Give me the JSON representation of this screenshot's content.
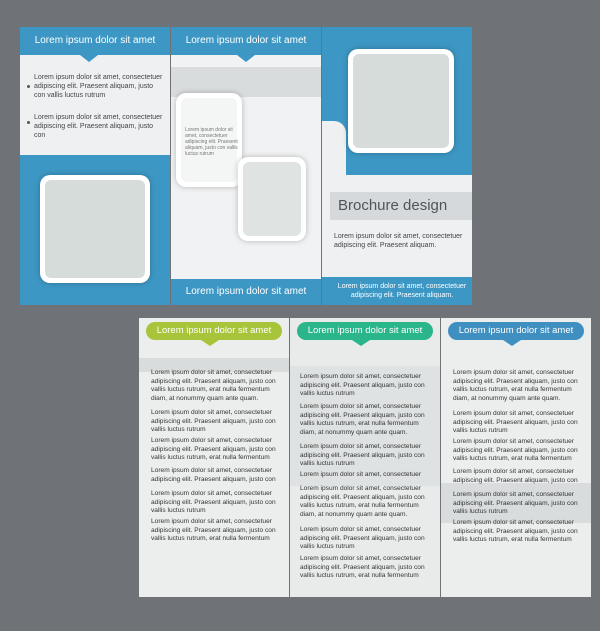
{
  "brochure_front": {
    "header_left": "Lorem ipsum dolor sit amet",
    "header_center": "Lorem ipsum dolor sit amet",
    "bullet_1": "Lorem ipsum dolor sit amet,  consectetuer adipiscing elit. Praesent aliquam, justo con vallis  luctus rutrum",
    "bullet_2": "Lorem ipsum dolor sit amet,  consectetuer adipiscing elit. Praesent aliquam, justo con",
    "center_text": "Lorem ipsum dolor sit amet, consectetuer adipiscing elit. Praesent aliquam, justo con vallis luctus rutrum",
    "footer_center": "Lorem ipsum dolor sit amet",
    "title": "Brochure design",
    "right_text": "Lorem ipsum dolor sit amet, consectetuer adipiscing elit. Praesent aliquam.",
    "right_footer": "Lorem ipsum dolor sit amet, consectetuer adipiscing elit. Praesent aliquam.",
    "colors": {
      "blue": "#3d97c4",
      "blue_dark": "#2f7fa8",
      "panel": "#eef0f1"
    }
  },
  "brochure_back": {
    "col1_header": "Lorem ipsum dolor sit amet",
    "col2_header": "Lorem ipsum dolor sit amet",
    "col3_header": "Lorem ipsum dolor sit amet",
    "col1": [
      "Lorem ipsum dolor sit amet,  consectetuer\nadipiscing elit. Praesent aliquam, justo con\nvallis  luctus rutrum, erat  nulla fermentum\ndiam, at nonummy quam ante  quam.",
      "Lorem ipsum dolor sit amet,  consectetuer\nadipiscing elit. Praesent aliquam, justo con\nvallis  luctus rutrum",
      "Lorem ipsum dolor sit amet,  consectetuer\nadipiscing elit. Praesent aliquam, justo con\nvallis  luctus rutrum, erat  nulla fermentum",
      "Lorem ipsum dolor sit amet,  consectetuer\nadipiscing elit. Praesent aliquam, justo con",
      "Lorem ipsum dolor sit amet,  consectetuer\nadipiscing elit. Praesent aliquam, justo con\nvallis  luctus rutrum",
      "Lorem ipsum dolor sit amet,  consectetuer\nadipiscing elit. Praesent aliquam, justo con\nvallis  luctus rutrum, erat  nulla fermentum"
    ],
    "col2": [
      "Lorem ipsum dolor sit amet,  consectetuer\nadipiscing elit. Praesent aliquam, justo con\nvallis  luctus rutrum",
      "Lorem ipsum dolor sit amet,  consectetuer\nadipiscing elit. Praesent aliquam, justo con\nvallis  luctus rutrum, erat  nulla fermentum\ndiam, at nonummy quam ante  quam.",
      "Lorem ipsum dolor sit amet,  consectetuer\nadipiscing elit. Praesent aliquam, justo con\nvallis  luctus rutrum",
      "Lorem ipsum dolor sit amet,  consectetuer",
      "Lorem ipsum dolor sit amet,  consectetuer\nadipiscing elit. Praesent aliquam, justo con\nvallis  luctus rutrum, erat  nulla fermentum\ndiam, at nonummy quam ante  quam.",
      "Lorem ipsum dolor sit amet,  consectetuer\nadipiscing elit. Praesent aliquam, justo con\nvallis  luctus rutrum",
      "Lorem ipsum dolor sit amet,  consectetuer\nadipiscing elit. Praesent aliquam, justo con\nvallis  luctus rutrum, erat  nulla fermentum"
    ],
    "col3": [
      "Lorem ipsum dolor sit amet,  consectetuer\nadipiscing elit. Praesent aliquam, justo con\nvallis  luctus rutrum, erat  nulla fermentum\ndiam, at nonummy quam ante  quam.",
      "Lorem ipsum dolor sit amet,  consectetuer\nadipiscing elit. Praesent aliquam, justo con\nvallis  luctus rutrum",
      "Lorem ipsum dolor sit amet,  consectetuer\nadipiscing elit. Praesent aliquam, justo con\nvallis  luctus rutrum, erat  nulla fermentum",
      "Lorem ipsum dolor sit amet,  consectetuer\nadipiscing elit. Praesent aliquam, justo con",
      "Lorem ipsum dolor sit amet,  consectetuer\nadipiscing elit. Praesent aliquam, justo con\nvallis  luctus rutrum",
      "Lorem ipsum dolor sit amet,  consectetuer\nadipiscing elit. Praesent aliquam, justo con\nvallis  luctus rutrum, erat  nulla fermentum"
    ],
    "colors": {
      "green": "#a8c43a",
      "teal": "#2ab58a",
      "blue": "#3f8fc0"
    }
  }
}
